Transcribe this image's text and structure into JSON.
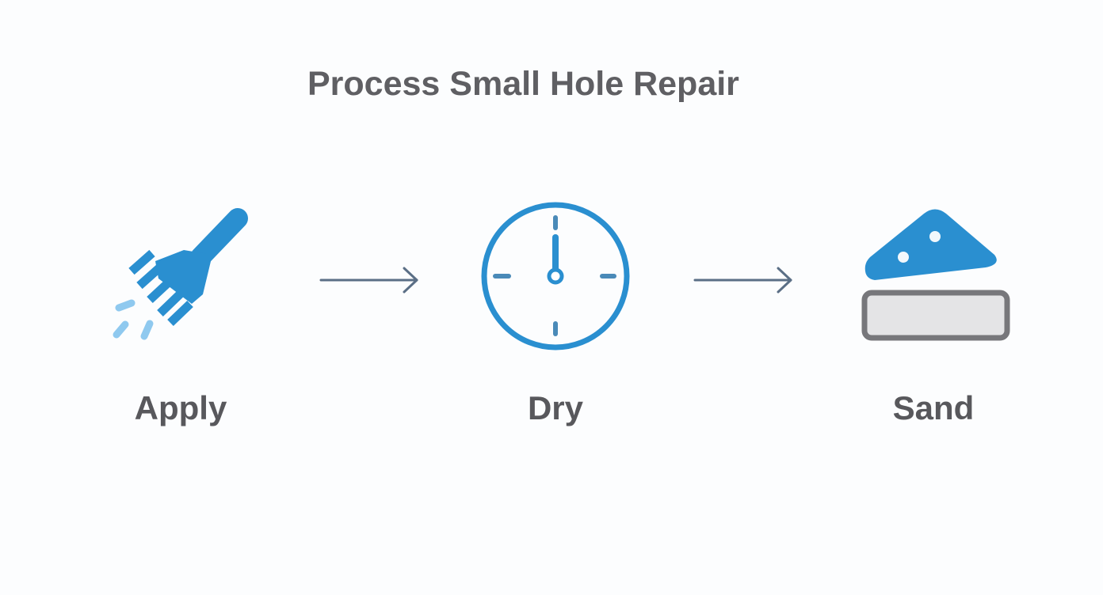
{
  "title": "Process Small Hole Repair",
  "colors": {
    "primary_blue": "#2a8fd0",
    "light_blue": "#8fc9ef",
    "arrow": "#5b6f86",
    "text": "#5a5a5e",
    "block_fill": "#e4e4e6",
    "block_stroke": "#77777b"
  },
  "steps": [
    {
      "label": "Apply",
      "icon": "paintbrush-icon"
    },
    {
      "label": "Dry",
      "icon": "clock-icon"
    },
    {
      "label": "Sand",
      "icon": "sanding-block-icon"
    }
  ]
}
